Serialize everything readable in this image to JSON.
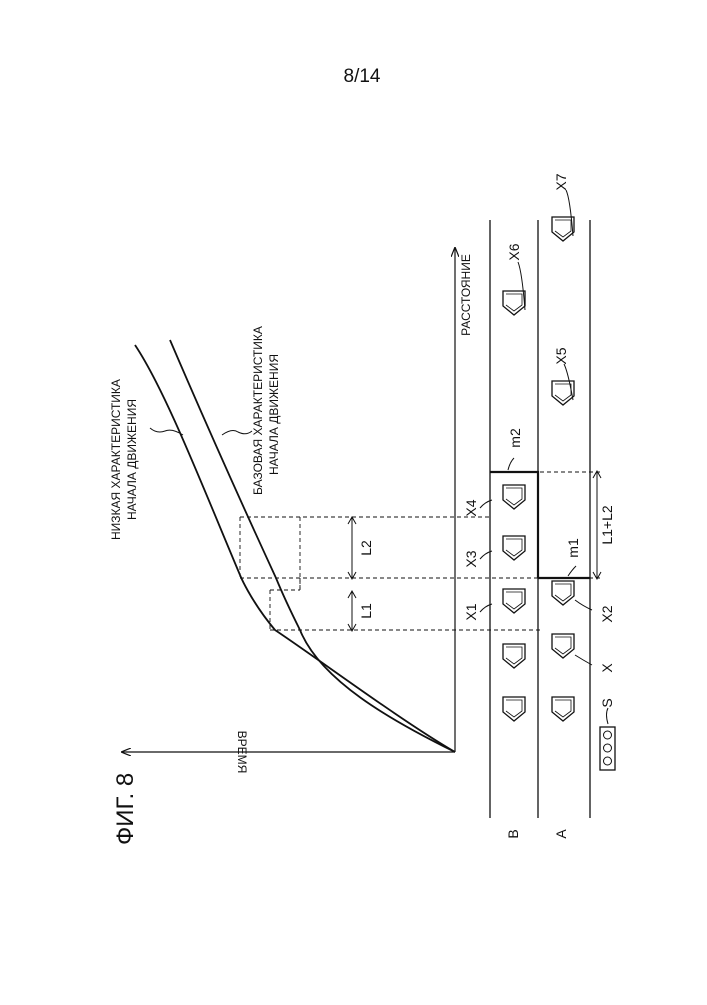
{
  "page_number": "8/14",
  "figure_label": "ФИГ. 8",
  "axes": {
    "time_label": "ВРЕМЯ",
    "distance_label": "РАССТОЯНИЕ"
  },
  "curves": {
    "low_label_line1": "НИЗКАЯ ХАРАКТЕРИСТИКА",
    "low_label_line2": "НАЧАЛА ДВИЖЕНИЯ",
    "base_label_line1": "БАЗОВАЯ ХАРАКТЕРИСТИКА",
    "base_label_line2": "НАЧАЛА ДВИЖЕНИЯ"
  },
  "intervals": {
    "l1": "L1",
    "l2": "L2",
    "l1_l2": "L1+L2"
  },
  "lanes": {
    "b": "B",
    "a": "A"
  },
  "signal": {
    "label": "S"
  },
  "vehicles": {
    "x": "X",
    "x1": "X1",
    "x2": "X2",
    "x3": "X3",
    "x4": "X4",
    "x5": "X5",
    "x6": "X6",
    "x7": "X7"
  },
  "markers": {
    "m1": "m1",
    "m2": "m2"
  },
  "colors": {
    "ink": "#111111",
    "background": "#ffffff"
  }
}
